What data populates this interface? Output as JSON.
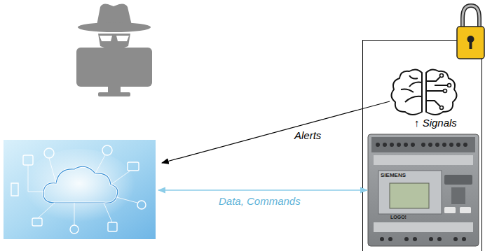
{
  "diagram": {
    "labels": [
      "Alerts",
      "Data, Commands",
      "↑ Signals",
      "SIEMENS",
      "LOGO!"
    ]
  }
}
